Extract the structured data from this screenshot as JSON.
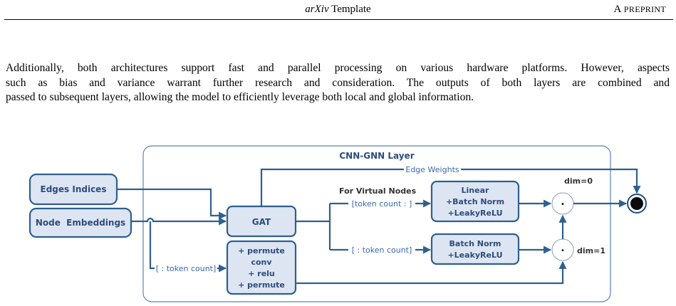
{
  "header": {
    "center_italic": "arXiv",
    "center_rest": " Template",
    "right": "A Preprint"
  },
  "paragraph_lines": [
    "Additionally, both architectures support fast and parallel processing on various hardware platforms. However, aspects",
    "such as bias and variance warrant further research and consideration. The outputs of both layers are combined and",
    "passed to subsequent layers, allowing the model to efficiently leverage both local and global information."
  ],
  "diagram": {
    "title": "CNN-GNN Layer",
    "inputs": {
      "edges": "Edges Indices",
      "nodes": "Node  Embeddings"
    },
    "gat": "GAT",
    "conv_block": [
      "+ permute",
      "conv",
      "+ relu",
      "+ permute"
    ],
    "virtual_nodes_label": "For Virtual Nodes",
    "edge_weights": "Edge Weights",
    "token_slice_top": "[token count : ]",
    "token_slice_bottom": "[ : token count]",
    "token_slice_left": "[ : token count]",
    "linear_block": [
      "Linear",
      "+Batch Norm",
      "+LeakyReLU"
    ],
    "batchnorm_block": [
      "Batch Norm",
      "+LeakyReLU"
    ],
    "dot_symbol": "•",
    "dim0": "dim=0",
    "dim1": "dim=1",
    "colors": {
      "stroke": "#2f5f8f",
      "fill": "#dde5f3",
      "text": "#2d4c7c"
    }
  }
}
